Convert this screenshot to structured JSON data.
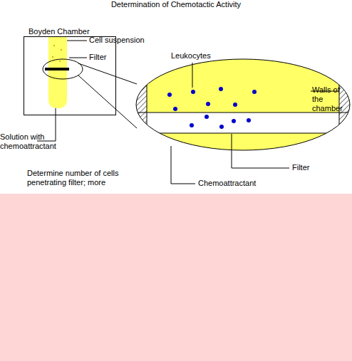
{
  "diagram": {
    "title": "Determination of Chemotactic Activity",
    "nodes": [
      {
        "text": [
          "Boyden Chamber"
        ]
      }
    ],
    "labels": [
      "Cell suspension",
      "Filter",
      "Leukocytes",
      "Walls of the chamber",
      "Solution with chemoattractant",
      "Filter",
      "Chemoattractant",
      "Determine number of cells penetrating filter; more"
    ]
  }
}
